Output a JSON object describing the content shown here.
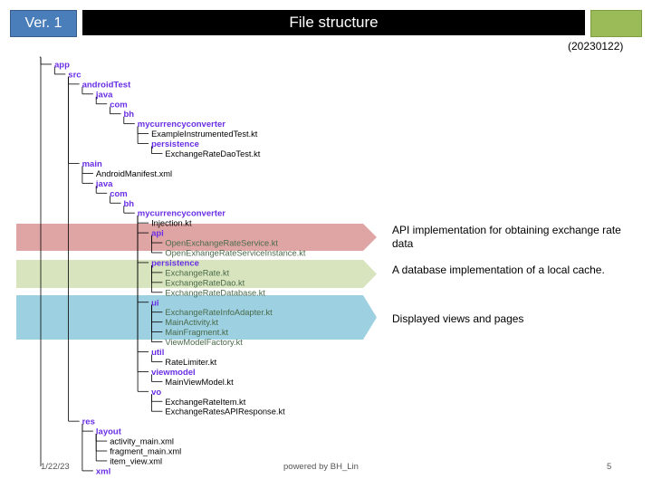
{
  "header": {
    "version": "Ver. 1",
    "title": "File structure",
    "date": "(20230122)"
  },
  "tree": [
    {
      "t": ".",
      "d": 0,
      "f": 0,
      "c": "k"
    },
    {
      "t": "app",
      "d": 1,
      "f": 1,
      "c": "p"
    },
    {
      "t": "src",
      "d": 2,
      "f": 1,
      "c": "p"
    },
    {
      "t": "androidTest",
      "d": 3,
      "f": 1,
      "c": "p"
    },
    {
      "t": "java",
      "d": 4,
      "f": 1,
      "c": "p"
    },
    {
      "t": "com",
      "d": 5,
      "f": 1,
      "c": "p"
    },
    {
      "t": "bh",
      "d": 6,
      "f": 1,
      "c": "p"
    },
    {
      "t": "mycurrencyconverter",
      "d": 7,
      "f": 1,
      "c": "p"
    },
    {
      "t": "ExampleInstrumentedTest.kt",
      "d": 8,
      "f": 0,
      "c": "k"
    },
    {
      "t": "persistence",
      "d": 8,
      "f": 1,
      "c": "p"
    },
    {
      "t": "ExchangeRateDaoTest.kt",
      "d": 9,
      "f": 0,
      "c": "k"
    },
    {
      "t": "main",
      "d": 3,
      "f": 1,
      "c": "p"
    },
    {
      "t": "AndroidManifest.xml",
      "d": 4,
      "f": 0,
      "c": "k"
    },
    {
      "t": "java",
      "d": 4,
      "f": 1,
      "c": "p"
    },
    {
      "t": "com",
      "d": 5,
      "f": 1,
      "c": "p"
    },
    {
      "t": "bh",
      "d": 6,
      "f": 1,
      "c": "p"
    },
    {
      "t": "mycurrencyconverter",
      "d": 7,
      "f": 1,
      "c": "p"
    },
    {
      "t": "Injection.kt",
      "d": 8,
      "f": 0,
      "c": "k"
    },
    {
      "t": "api",
      "d": 8,
      "f": 1,
      "c": "p"
    },
    {
      "t": "OpenExchangeRateService.kt",
      "d": 9,
      "f": 0,
      "c": "g"
    },
    {
      "t": "OpenExhangeRateServiceInstance.kt",
      "d": 9,
      "f": 0,
      "c": "g"
    },
    {
      "t": "persistence",
      "d": 8,
      "f": 1,
      "c": "p"
    },
    {
      "t": "ExchangeRate.kt",
      "d": 9,
      "f": 0,
      "c": "g"
    },
    {
      "t": "ExchangeRateDao.kt",
      "d": 9,
      "f": 0,
      "c": "g"
    },
    {
      "t": "ExchangeRateDatabase.kt",
      "d": 9,
      "f": 0,
      "c": "g"
    },
    {
      "t": "ui",
      "d": 8,
      "f": 1,
      "c": "p"
    },
    {
      "t": "ExchangeRateInfoAdapter.kt",
      "d": 9,
      "f": 0,
      "c": "g"
    },
    {
      "t": "MainActivity.kt",
      "d": 9,
      "f": 0,
      "c": "g"
    },
    {
      "t": "MainFragment.kt",
      "d": 9,
      "f": 0,
      "c": "g"
    },
    {
      "t": "ViewModelFactory.kt",
      "d": 9,
      "f": 0,
      "c": "g"
    },
    {
      "t": "util",
      "d": 8,
      "f": 1,
      "c": "p"
    },
    {
      "t": "RateLimiter.kt",
      "d": 9,
      "f": 0,
      "c": "k"
    },
    {
      "t": "viewmodel",
      "d": 8,
      "f": 1,
      "c": "p"
    },
    {
      "t": "MainViewModel.kt",
      "d": 9,
      "f": 0,
      "c": "k"
    },
    {
      "t": "vo",
      "d": 8,
      "f": 1,
      "c": "p"
    },
    {
      "t": "ExchangeRateItem.kt",
      "d": 9,
      "f": 0,
      "c": "k"
    },
    {
      "t": "ExchangeRatesAPIResponse.kt",
      "d": 9,
      "f": 0,
      "c": "k"
    },
    {
      "t": "res",
      "d": 3,
      "f": 1,
      "c": "p"
    },
    {
      "t": "layout",
      "d": 4,
      "f": 1,
      "c": "p"
    },
    {
      "t": "activity_main.xml",
      "d": 5,
      "f": 0,
      "c": "k"
    },
    {
      "t": "fragment_main.xml",
      "d": 5,
      "f": 0,
      "c": "k"
    },
    {
      "t": "item_view.xml",
      "d": 5,
      "f": 0,
      "c": "k"
    },
    {
      "t": "xml",
      "d": 4,
      "f": 1,
      "c": "p"
    }
  ],
  "annotations": {
    "api": "API implementation for obtaining exchange rate data",
    "persistence": "A database implementation of a local cache.",
    "ui": "Displayed views and pages"
  },
  "colors": {
    "api": "#d99594",
    "persistence": "#d7e4bd",
    "ui": "#9dd0e0",
    "folder": "#6a2ee6",
    "file": "#000000",
    "dimfile": "#4a6a4a"
  },
  "footer": {
    "date": "1/22/23",
    "credit": "powered by BH_Lin",
    "page": "5"
  }
}
